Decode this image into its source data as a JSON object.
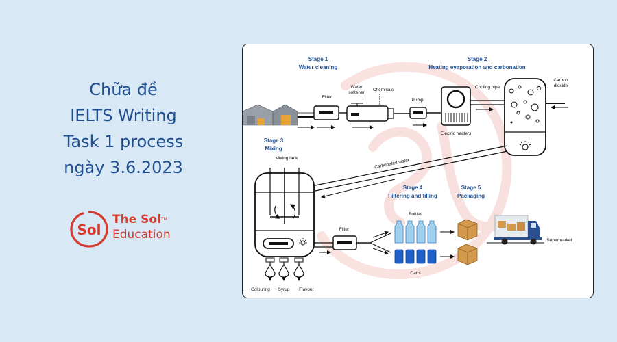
{
  "heading": {
    "line1": "Chữa đề",
    "line2": "IELTS Writing",
    "line3": "Task 1 process",
    "line4": "ngày 3.6.2023"
  },
  "logo": {
    "icon_text": "Sol",
    "line1": "The Sol",
    "trademark": "TM",
    "line2": "Education"
  },
  "colors": {
    "background": "#d9e8f5",
    "heading": "#1f4f8f",
    "brand_red": "#d63a2c",
    "stage_title": "#1f4f8f"
  },
  "diagram": {
    "stage1": {
      "number": "Stage 1",
      "name": "Water cleaning"
    },
    "stage2": {
      "number": "Stage 2",
      "name": "Heating evaporation and carbonation"
    },
    "stage3": {
      "number": "Stage 3",
      "name": "Mixing"
    },
    "stage4": {
      "number": "Stage 4",
      "name": "Filtering and filling"
    },
    "stage5": {
      "number": "Stage 5",
      "name": "Packaging"
    },
    "labels": {
      "filter1": "Filter",
      "water_softener_1": "Water",
      "water_softener_2": "softener",
      "chemicals": "Chemicals",
      "pump": "Pump",
      "cooling_pipe": "Cooling pipe",
      "carbon_dioxide_1": "Carbon",
      "carbon_dioxide_2": "dioxide",
      "electric_heaters": "Electric heaters",
      "carbonated_water": "Carbonated water",
      "mixing_tank": "Mixing tank",
      "filter2": "Filter",
      "bottles": "Bottles",
      "cans": "Cans",
      "supermarket": "Supermarket",
      "colouring": "Colouring",
      "syrup": "Syrup",
      "flavour": "Flavour"
    }
  }
}
